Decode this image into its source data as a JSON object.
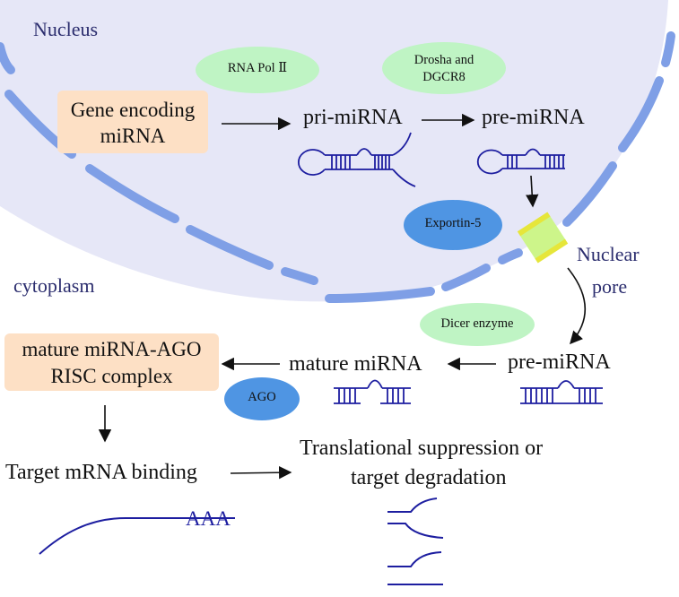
{
  "regions": {
    "nucleus": "Nucleus",
    "cytoplasm": "cytoplasm",
    "nuclear_pore_line1": "Nuclear",
    "nuclear_pore_line2": "pore"
  },
  "enzymes": {
    "rna_pol": "RNA Pol Ⅱ",
    "drosha_line1": "Drosha and",
    "drosha_line2": "DGCR8",
    "exportin": "Exportin-5",
    "dicer": "Dicer enzyme",
    "ago": "AGO"
  },
  "nodes": {
    "gene_line1": "Gene encoding",
    "gene_line2": "miRNA",
    "pri_mirna": "pri-miRNA",
    "pre_mirna_nucleus": "pre-miRNA",
    "pre_mirna_cytoplasm": "pre-miRNA",
    "mature_mirna": "mature miRNA",
    "risc_line1": "mature miRNA-AGO",
    "risc_line2": "RISC complex",
    "target_binding": "Target mRNA binding",
    "outcome_line1": "Translational suppression or",
    "outcome_line2": "target degradation",
    "poly_a": "AAA"
  },
  "colors": {
    "nucleus_fill": "#e6e7f7",
    "membrane": "#7f9fe6",
    "label_blue": "#2b2d6e",
    "box_fill": "#fde0c5",
    "green_ellipse": "#bff4c4",
    "blue_ellipse": "#4f95e3",
    "rna_strand": "#1d1ea0",
    "pore": "#cdf58a",
    "pore_ring": "#e6e63a"
  }
}
